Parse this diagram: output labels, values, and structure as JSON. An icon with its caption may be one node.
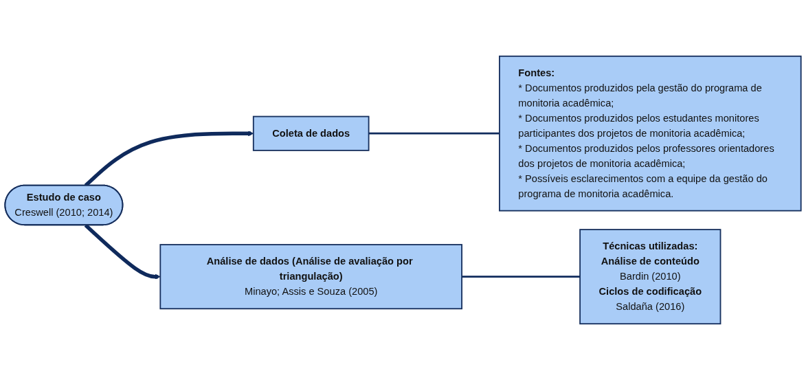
{
  "diagram": {
    "nodes": [
      {
        "text": [
          "Estudo de caso",
          "Creswell (2010; 2014)"
        ]
      },
      {
        "text": [
          "Coleta de dados"
        ]
      },
      {
        "text": [
          "Fontes:",
          "* Documentos produzidos pela gestão do programa de monitoria acadêmica;",
          "* Documentos produzidos pelos estudantes monitores participantes dos projetos de monitoria acadêmica;",
          "* Documentos produzidos pelos professores orientadores dos projetos de monitoria acadêmica;",
          "* Possíveis esclarecimentos com a equipe da gestão do programa de monitoria acadêmica."
        ]
      },
      {
        "text": [
          "Análise de dados (Análise de avaliação por triangulação)",
          "Minayo; Assis e Souza (2005)"
        ]
      },
      {
        "text": [
          "Técnicas utilizadas:",
          "Análise de conteúdo",
          "Bardin (2010)",
          "Ciclos de codificação",
          "Saldaña (2016)"
        ]
      }
    ],
    "edges": [
      {
        "from": 0,
        "to": 1,
        "arrow": "to",
        "style": "thick"
      },
      {
        "from": 0,
        "to": 3,
        "arrow": "to",
        "style": "thick"
      },
      {
        "from": 1,
        "to": 2,
        "arrow": "none"
      },
      {
        "from": 3,
        "to": 4,
        "arrow": "none"
      }
    ]
  }
}
